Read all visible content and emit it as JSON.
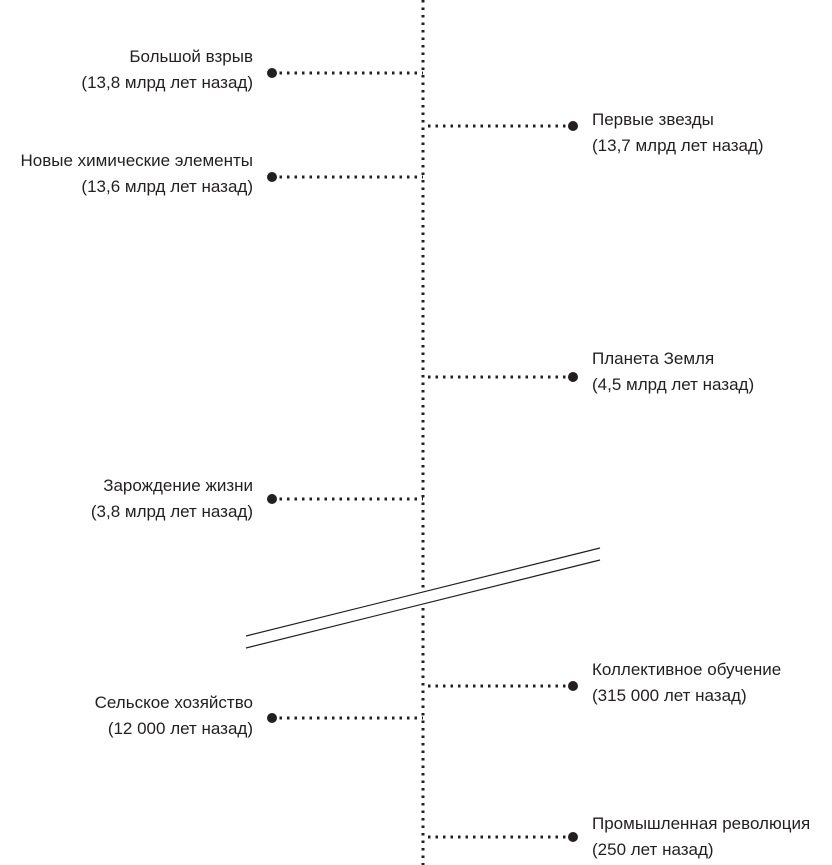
{
  "events": [
    {
      "title": "Большой взрыв",
      "when": "(13,8 млрд лет назад)",
      "side": "left"
    },
    {
      "title": "Первые звезды",
      "when": "(13,7 млрд лет назад)",
      "side": "right"
    },
    {
      "title": "Новые химические элементы",
      "when": "(13,6 млрд лет назад)",
      "side": "left"
    },
    {
      "title": "Планета Земля",
      "when": "(4,5 млрд лет назад)",
      "side": "right"
    },
    {
      "title": "Зарождение жизни",
      "when": "(3,8 млрд лет назад)",
      "side": "left"
    },
    {
      "title": "Коллективное обучение",
      "when": "(315 000 лет назад)",
      "side": "right"
    },
    {
      "title": "Сельское хозяйство",
      "when": "(12 000 лет назад)",
      "side": "left"
    },
    {
      "title": "Промышленная революция",
      "when": "(250 лет назад)",
      "side": "right"
    }
  ]
}
